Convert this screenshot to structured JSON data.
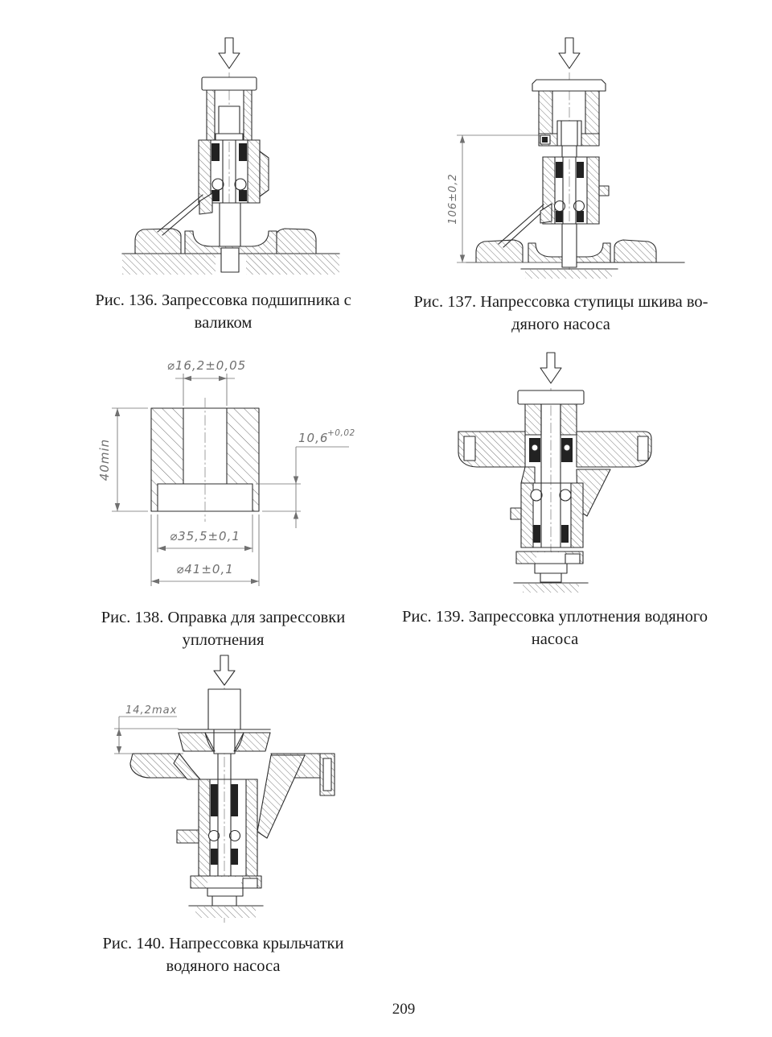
{
  "page": {
    "number": "209",
    "background": "#ffffff",
    "ink": "#1b1b1b",
    "dimension_ink": "#707070"
  },
  "figures": [
    {
      "caption_line1": "Рис. 136. Запрессовка подшипника с",
      "caption_line2": "валиком"
    },
    {
      "caption_line1": "Рис. 137. Напрессовка ступицы шкива во-",
      "caption_line2": "дяного насоса",
      "dim_height": "106±0,2"
    },
    {
      "caption_line1": "Рис. 138. Оправка для запрессовки",
      "caption_line2": "уплотнения",
      "dims": {
        "bore_dia": "⌀16,2±0,05",
        "height_min": "40min",
        "step_height": "10,6",
        "step_height_tol": "+0,02",
        "step_dia": "⌀35,5±0,1",
        "outer_dia": "⌀41±0,1"
      }
    },
    {
      "caption_line1": "Рис. 139. Запрессовка уплотнения водяного",
      "caption_line2": "насоса"
    },
    {
      "caption_line1": "Рис. 140. Напрессовка крыльчатки",
      "caption_line2": "водяного насоса",
      "dim_depth": "14,2max"
    }
  ]
}
